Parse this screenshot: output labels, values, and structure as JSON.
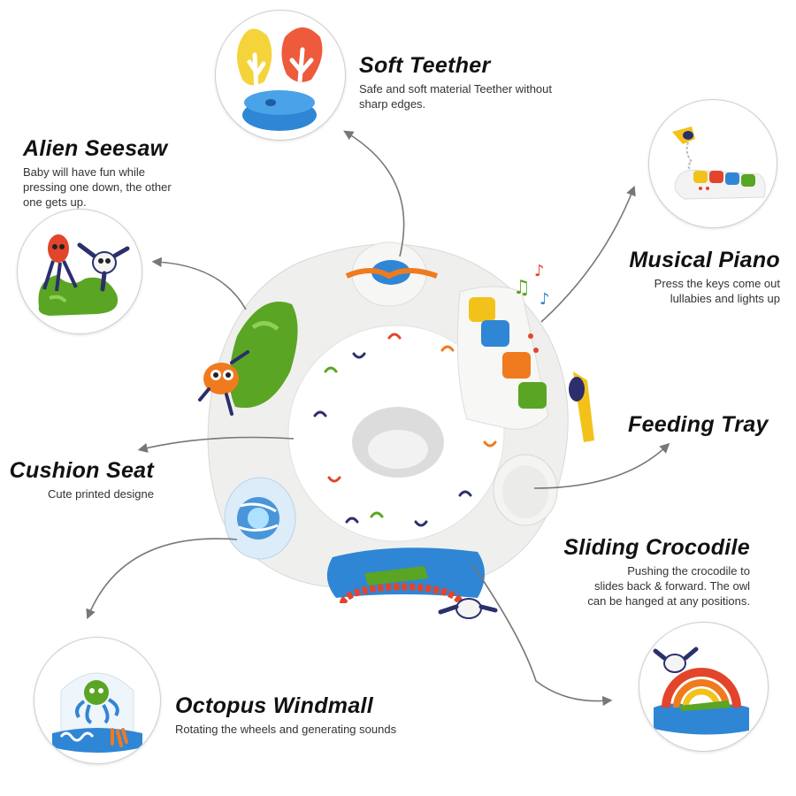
{
  "features": {
    "soft_teether": {
      "title": "Soft Teether",
      "desc_lines": [
        "Safe and soft material Teether without",
        "sharp edges."
      ]
    },
    "alien_seesaw": {
      "title": "Alien Seesaw",
      "desc_lines": [
        "Baby will have fun while",
        "pressing one down, the other",
        "one gets up."
      ]
    },
    "musical_piano": {
      "title": "Musical Piano",
      "desc_lines": [
        "Press the keys come out",
        "lullabies and lights up"
      ]
    },
    "feeding_tray": {
      "title": "Feeding Tray"
    },
    "cushion_seat": {
      "title": "Cushion Seat",
      "desc_lines": [
        "Cute printed designe"
      ]
    },
    "sliding_crocodile": {
      "title": "Sliding Crocodile",
      "desc_lines": [
        "Pushing the crocodile to",
        "slides back & forward. The owl",
        "can be hanged at any positions."
      ]
    },
    "octopus_windmall": {
      "title": "Octopus Windmall",
      "desc_lines": [
        "Rotating the wheels and generating sounds"
      ]
    }
  },
  "colors": {
    "blue": "#2f86d4",
    "red": "#e2452b",
    "green": "#5aa523",
    "yellow": "#f2c21a",
    "orange": "#f07a1e",
    "navy": "#2b2f6b",
    "body": "#eeeeec",
    "arrow": "#777777"
  }
}
